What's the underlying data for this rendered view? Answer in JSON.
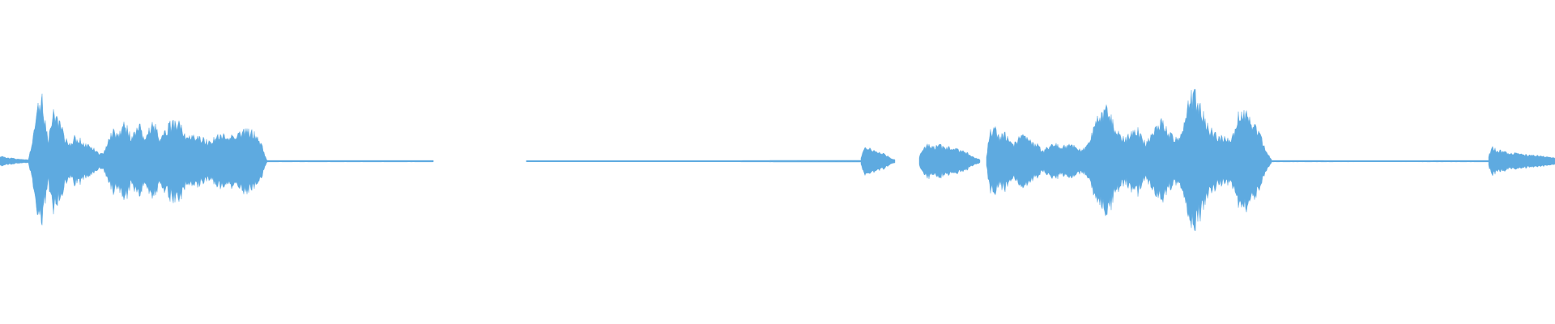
{
  "waveform": {
    "color": "#5eaae0",
    "segments": [
      {
        "id": "seg-1",
        "kind": "speech",
        "peak": 0.82
      },
      {
        "id": "seg-2",
        "kind": "silence",
        "peak": 0.01
      },
      {
        "id": "seg-3",
        "kind": "gap",
        "peak": 0.0
      },
      {
        "id": "seg-4",
        "kind": "silence",
        "peak": 0.01
      },
      {
        "id": "seg-5",
        "kind": "speech",
        "peak": 0.2
      },
      {
        "id": "seg-6",
        "kind": "speech",
        "peak": 0.3
      },
      {
        "id": "seg-7",
        "kind": "speech",
        "peak": 0.9
      },
      {
        "id": "seg-8",
        "kind": "silence",
        "peak": 0.01
      },
      {
        "id": "seg-9",
        "kind": "speech",
        "peak": 0.2
      }
    ]
  }
}
